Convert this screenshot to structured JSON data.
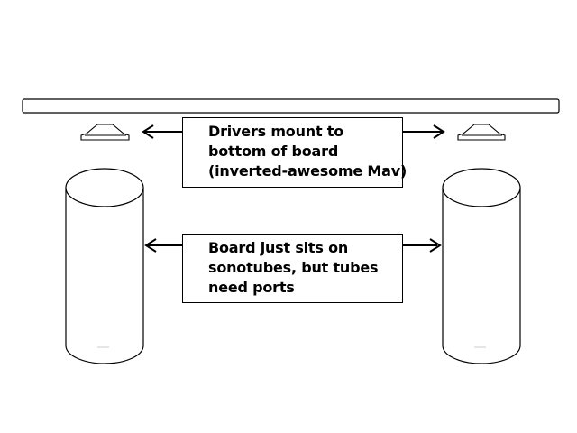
{
  "diagram": {
    "parts": [
      {
        "id": "board",
        "label": "",
        "shape": "long-thin-board"
      },
      {
        "id": "driver-left",
        "label": "",
        "shape": "inverted-driver"
      },
      {
        "id": "driver-right",
        "label": "",
        "shape": "inverted-driver"
      },
      {
        "id": "sonotube-left",
        "label": "",
        "shape": "cylinder"
      },
      {
        "id": "sonotube-right",
        "label": "",
        "shape": "cylinder"
      }
    ],
    "callouts": [
      {
        "id": "drivers",
        "lines": [
          "Drivers mount to",
          "bottom of board",
          "(inverted-awesome Mav)"
        ],
        "points_to": [
          "driver-left",
          "driver-right"
        ]
      },
      {
        "id": "board",
        "lines": [
          "Board just sits on",
          "sonotubes, but tubes",
          "need ports"
        ],
        "points_to": [
          "sonotube-left",
          "sonotube-right"
        ]
      }
    ],
    "colors": {
      "stroke": "#000000",
      "fill": "#ffffff"
    }
  }
}
